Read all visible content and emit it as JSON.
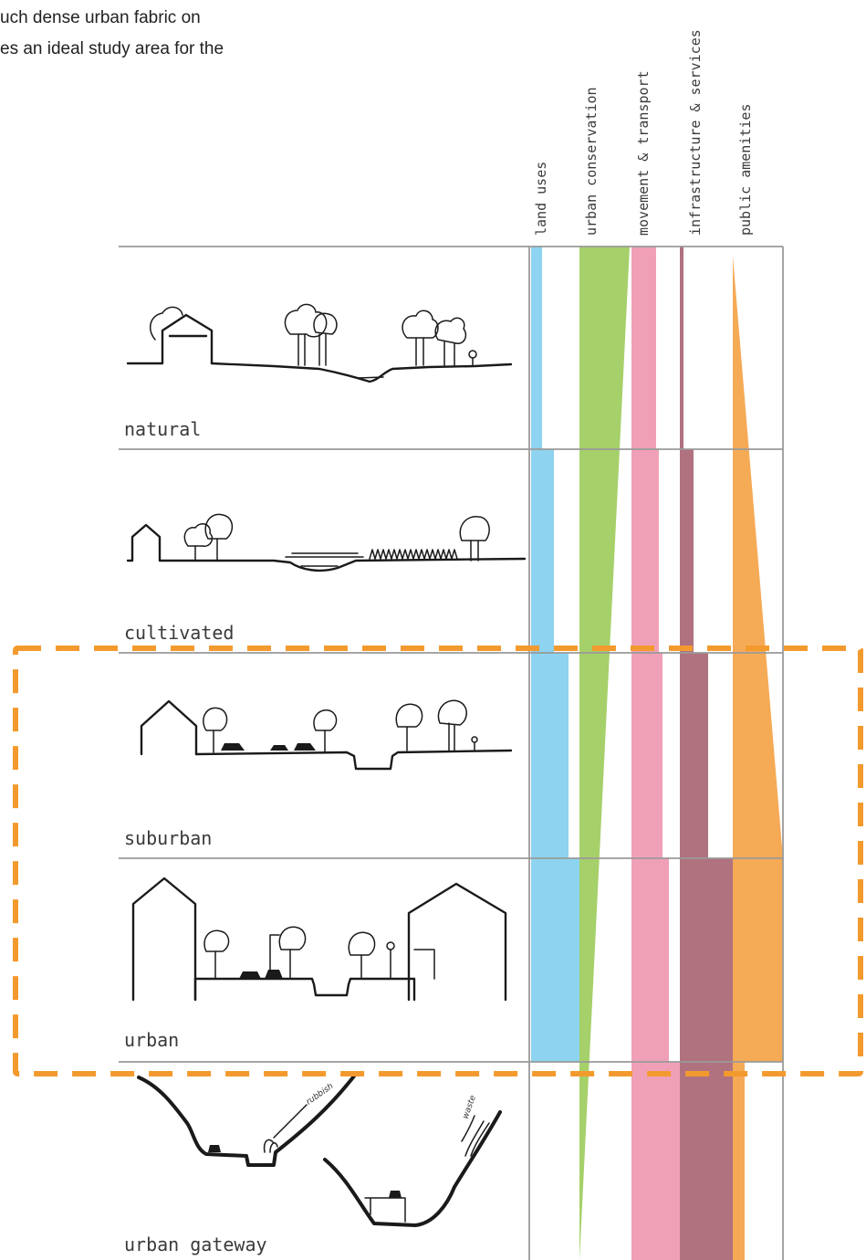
{
  "intro_text": {
    "line1": "uch dense urban fabric on",
    "line2": "es an ideal study area for the"
  },
  "columns": [
    {
      "key": "land_uses",
      "label": "land uses",
      "color": "#8ed3ef"
    },
    {
      "key": "urban_conservation",
      "label": "urban conservation",
      "color": "#a6d06a"
    },
    {
      "key": "movement_transport",
      "label": "movement & transport",
      "color": "#f0a0b6"
    },
    {
      "key": "infrastructure_services",
      "label": "infrastructure & services",
      "color": "#b0727f"
    },
    {
      "key": "public_amenities",
      "label": "public amenities",
      "color": "#f5aa55"
    }
  ],
  "rows": [
    {
      "key": "natural",
      "label": "natural"
    },
    {
      "key": "cultivated",
      "label": "cultivated"
    },
    {
      "key": "suburban",
      "label": "suburban"
    },
    {
      "key": "urban",
      "label": "urban"
    },
    {
      "key": "urban_gateway",
      "label": "urban gateway"
    }
  ],
  "highlight": {
    "rows": [
      "suburban",
      "urban"
    ],
    "color": "#f39a2e",
    "style": "dashed"
  },
  "sketch_annotations": {
    "left": "rubbish",
    "right": "waste"
  }
}
